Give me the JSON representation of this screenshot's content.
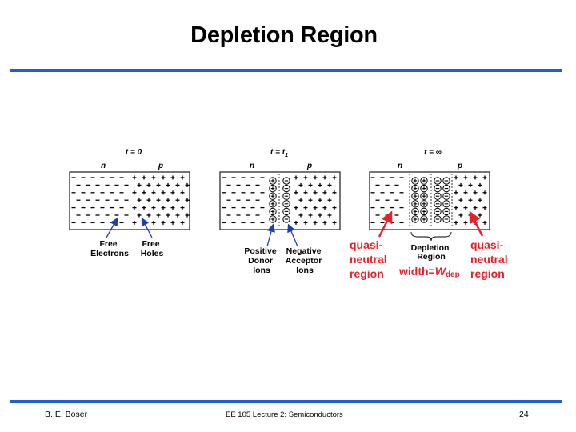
{
  "slide": {
    "title": "Depletion Region",
    "footer_left": "B. E. Boser",
    "footer_center": "EE 105 Lecture 2: Semiconductors",
    "page_number": "24"
  },
  "colors": {
    "accent_rule": "#1f5fd6",
    "annotation": "#e8202a"
  },
  "panels": [
    {
      "time": "t = 0",
      "n_label": "n",
      "p_label": "p",
      "callouts": [
        [
          "Free",
          "Electrons"
        ],
        [
          "Free",
          "Holes"
        ]
      ]
    },
    {
      "time_prefix": "t = t",
      "time_sub": "1",
      "n_label": "n",
      "p_label": "p",
      "callouts": [
        [
          "Positive",
          "Donor",
          "Ions"
        ],
        [
          "Negative",
          "Acceptor",
          "Ions"
        ]
      ]
    },
    {
      "time": "t = ∞",
      "n_label": "n",
      "p_label": "p",
      "callouts": [
        [
          "Depletion",
          "Region"
        ]
      ],
      "annotations": {
        "left": [
          "quasi-",
          "neutral",
          "region"
        ],
        "right": [
          "quasi-",
          "neutral",
          "region"
        ],
        "width_prefix": "width=",
        "width_symbol": "W",
        "width_sub": "dep"
      }
    }
  ]
}
